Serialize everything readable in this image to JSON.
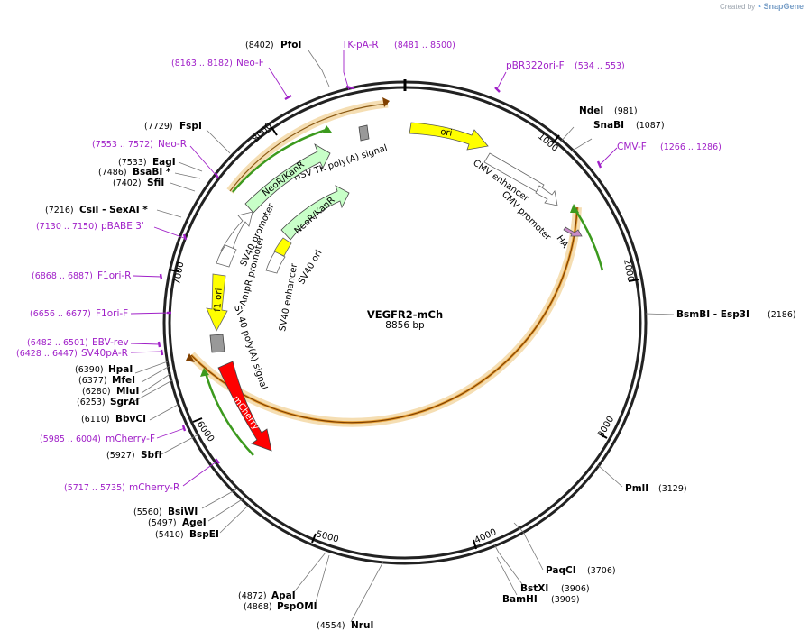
{
  "header": {
    "created_by": "Created by",
    "brand": "SnapGene"
  },
  "plasmid": {
    "name": "VEGFR2-mCh",
    "size": "8856 bp",
    "length": 8856
  },
  "ticks": [
    "1000",
    "2000",
    "3000",
    "4000",
    "5000",
    "6000",
    "7000",
    "8000"
  ],
  "sites": [
    {
      "name": "PfoI",
      "pos": "(8402)"
    },
    {
      "name": "NdeI",
      "pos": "(981)"
    },
    {
      "name": "SnaBI",
      "pos": "(1087)"
    },
    {
      "name": "FspI",
      "pos": "(7729)"
    },
    {
      "name": "EagI",
      "pos": "(7533)"
    },
    {
      "name": "BsaBI *",
      "pos": "(7486)"
    },
    {
      "name": "SfiI",
      "pos": "(7402)"
    },
    {
      "name": "CsiI   - SexAI *",
      "pos": "(7216)"
    },
    {
      "name": "BsmBI   - Esp3I",
      "pos": "(2186)"
    },
    {
      "name": "HpaI",
      "pos": "(6390)"
    },
    {
      "name": "MfeI",
      "pos": "(6377)"
    },
    {
      "name": "MluI",
      "pos": "(6280)"
    },
    {
      "name": "SgrAI",
      "pos": "(6253)"
    },
    {
      "name": "BbvCI",
      "pos": "(6110)"
    },
    {
      "name": "SbfI",
      "pos": "(5927)"
    },
    {
      "name": "PmlI",
      "pos": "(3129)"
    },
    {
      "name": "BsiWI",
      "pos": "(5560)"
    },
    {
      "name": "AgeI",
      "pos": "(5497)"
    },
    {
      "name": "BspEI",
      "pos": "(5410)"
    },
    {
      "name": "PaqCI",
      "pos": "(3706)"
    },
    {
      "name": "BstXI",
      "pos": "(3906)"
    },
    {
      "name": "BamHI",
      "pos": "(3909)"
    },
    {
      "name": "ApaI",
      "pos": "(4872)"
    },
    {
      "name": "PspOMI",
      "pos": "(4868)"
    },
    {
      "name": "NruI",
      "pos": "(4554)"
    }
  ],
  "primers": [
    {
      "name": "TK-pA-R",
      "range": "(8481 .. 8500)"
    },
    {
      "name": "Neo-F",
      "range": "(8163 .. 8182)"
    },
    {
      "name": "pBR322ori-F",
      "range": "(534 .. 553)"
    },
    {
      "name": "Neo-R",
      "range": "(7553 .. 7572)"
    },
    {
      "name": "CMV-F",
      "range": "(1266 .. 1286)"
    },
    {
      "name": "pBABE 3'",
      "range": "(7130 .. 7150)"
    },
    {
      "name": "F1ori-R",
      "range": "(6868 .. 6887)"
    },
    {
      "name": "F1ori-F",
      "range": "(6656 .. 6677)"
    },
    {
      "name": "EBV-rev",
      "range": "(6482 .. 6501)"
    },
    {
      "name": "SV40pA-R",
      "range": "(6428 .. 6447)"
    },
    {
      "name": "mCherry-F",
      "range": "(5985 .. 6004)"
    },
    {
      "name": "mCherry-R",
      "range": "(5717 .. 5735)"
    }
  ],
  "features": [
    {
      "name": "ori",
      "color": "#ffff00"
    },
    {
      "name": "CMV enhancer",
      "color": "#ffffff"
    },
    {
      "name": "CMV promoter",
      "color": "#ffffff"
    },
    {
      "name": "HA",
      "color": "#c88cc8"
    },
    {
      "name": "HSV TK poly(A) signal",
      "color": "#999999"
    },
    {
      "name": "NeoR/KanR",
      "color": "#c8ffc8"
    },
    {
      "name": "NeoR/KanR",
      "color": "#c8ffc8"
    },
    {
      "name": "SV40 promoter",
      "color": "#ffffff"
    },
    {
      "name": "AmpR promoter",
      "color": "#ffffff"
    },
    {
      "name": "SV40 enhancer",
      "color": "#ffffff"
    },
    {
      "name": "SV40 ori",
      "color": "#ffff00"
    },
    {
      "name": "f1 ori",
      "color": "#ffff00"
    },
    {
      "name": "SV40 poly(A) signal",
      "color": "#999999"
    },
    {
      "name": "mCherry",
      "color": "#ff0000"
    }
  ],
  "colors": {
    "primer": "#a020c8",
    "orf_fill": "#f5deb3",
    "orf_stroke": "#e8a33a",
    "orf_core": "#804000",
    "green": "#3c9a1e"
  }
}
